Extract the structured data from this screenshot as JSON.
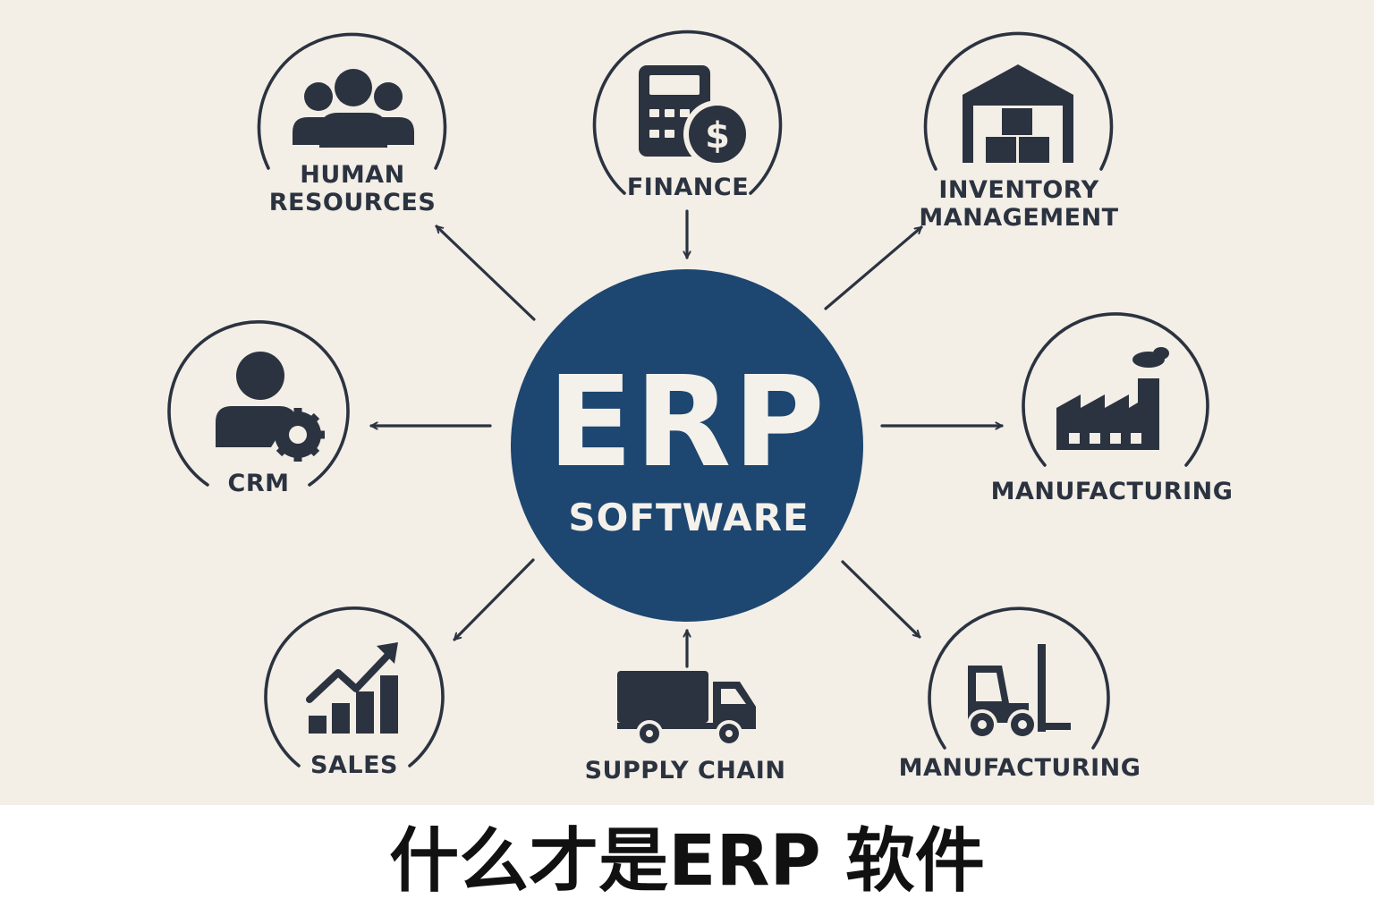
{
  "hub": {
    "title": "ERP",
    "subtitle": "SOFTWARE"
  },
  "modules": {
    "human_resources": {
      "label": "HUMAN\nRESOURCES",
      "icon": "people-group-icon"
    },
    "finance": {
      "label": "FINANCE",
      "icon": "calculator-dollar-icon"
    },
    "inventory": {
      "label": "INVENTORY\nMANAGEMENT",
      "icon": "warehouse-icon"
    },
    "crm": {
      "label": "CRM",
      "icon": "user-gear-icon"
    },
    "manufacturing_top": {
      "label": "MANUFACTURING",
      "icon": "factory-icon"
    },
    "sales": {
      "label": "SALES",
      "icon": "growth-chart-icon"
    },
    "supply_chain": {
      "label": "SUPPLY CHAIN",
      "icon": "truck-icon"
    },
    "manufacturing_bottom": {
      "label": "MANUFACTURING",
      "icon": "forklift-icon"
    }
  },
  "caption": "什么才是ERP 软件",
  "colors": {
    "background": "#f3eee6",
    "hub": "#1d4670",
    "ink": "#2b3340",
    "footer": "#ffffff"
  }
}
